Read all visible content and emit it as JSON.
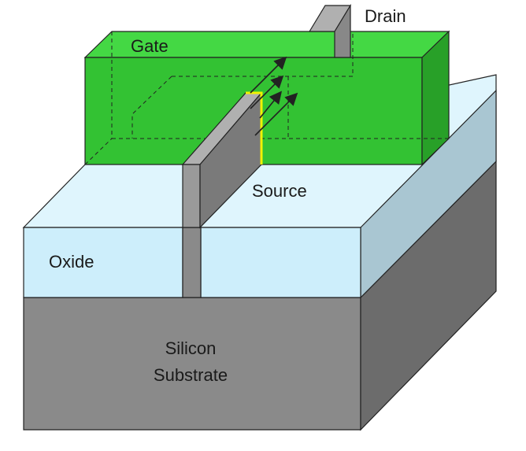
{
  "labels": {
    "drain": "Drain",
    "gate": "Gate",
    "source": "Source",
    "oxide": "Oxide",
    "substrate_line1": "Silicon",
    "substrate_line2": "Substrate"
  },
  "colors": {
    "gate_front": "#33c233",
    "gate_top": "#44d844",
    "gate_side": "#28a028",
    "oxide_front": "#cdeefb",
    "oxide_top": "#dff5fd",
    "oxide_side": "#a9c6d2",
    "substrate_front": "#8a8a8a",
    "substrate_side": "#6c6c6c",
    "fin": "#9a9a9a",
    "channel_highlight": "#f2f200",
    "outline": "#222222"
  },
  "icons": {
    "current_arrows": "arrow-icon"
  }
}
